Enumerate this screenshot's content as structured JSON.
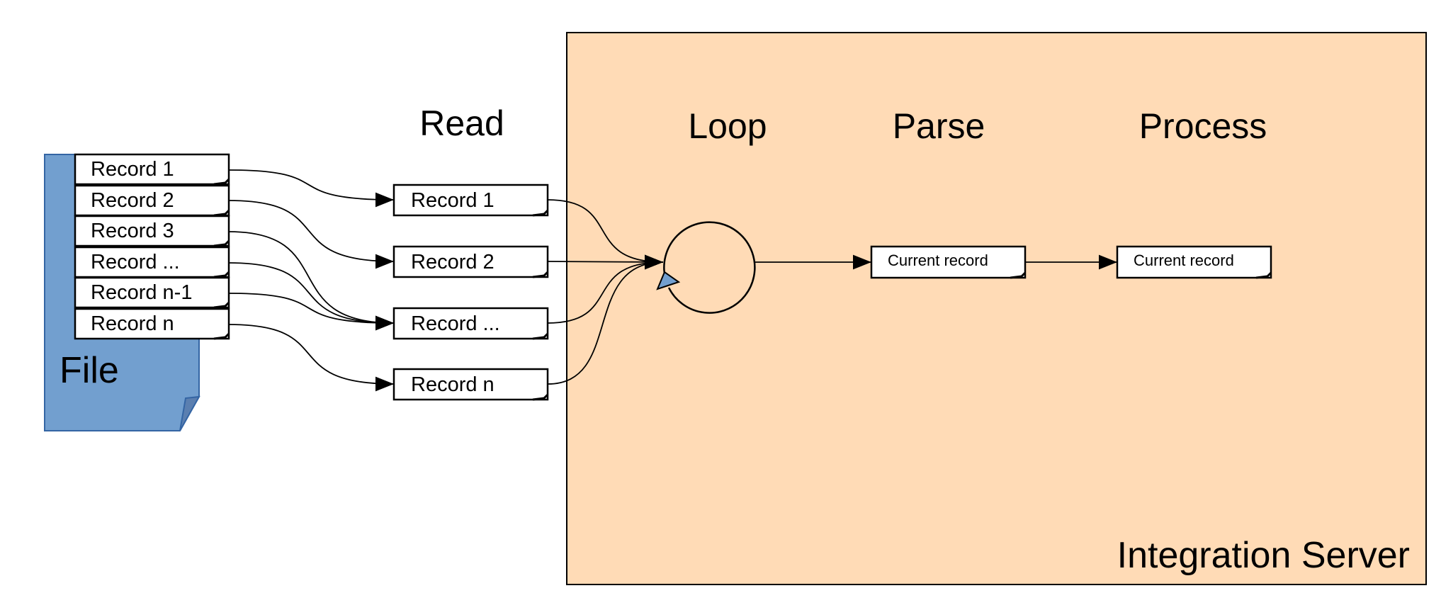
{
  "stages": {
    "read": "Read",
    "loop": "Loop",
    "parse": "Parse",
    "process": "Process"
  },
  "file_label": "File",
  "server_label": "Integration Server",
  "file_records": [
    "Record 1",
    "Record 2",
    "Record 3",
    "Record ...",
    "Record n-1",
    "Record  n"
  ],
  "read_records": [
    "Record 1",
    "Record 2",
    "Record ...",
    "Record  n"
  ],
  "parse_record": "Current record",
  "process_record": "Current record",
  "colors": {
    "file_fill": "#729fcf",
    "file_stroke": "#3465a4",
    "server_fill": "#ffdbb6",
    "line": "#000000",
    "record_fill": "#ffffff"
  }
}
